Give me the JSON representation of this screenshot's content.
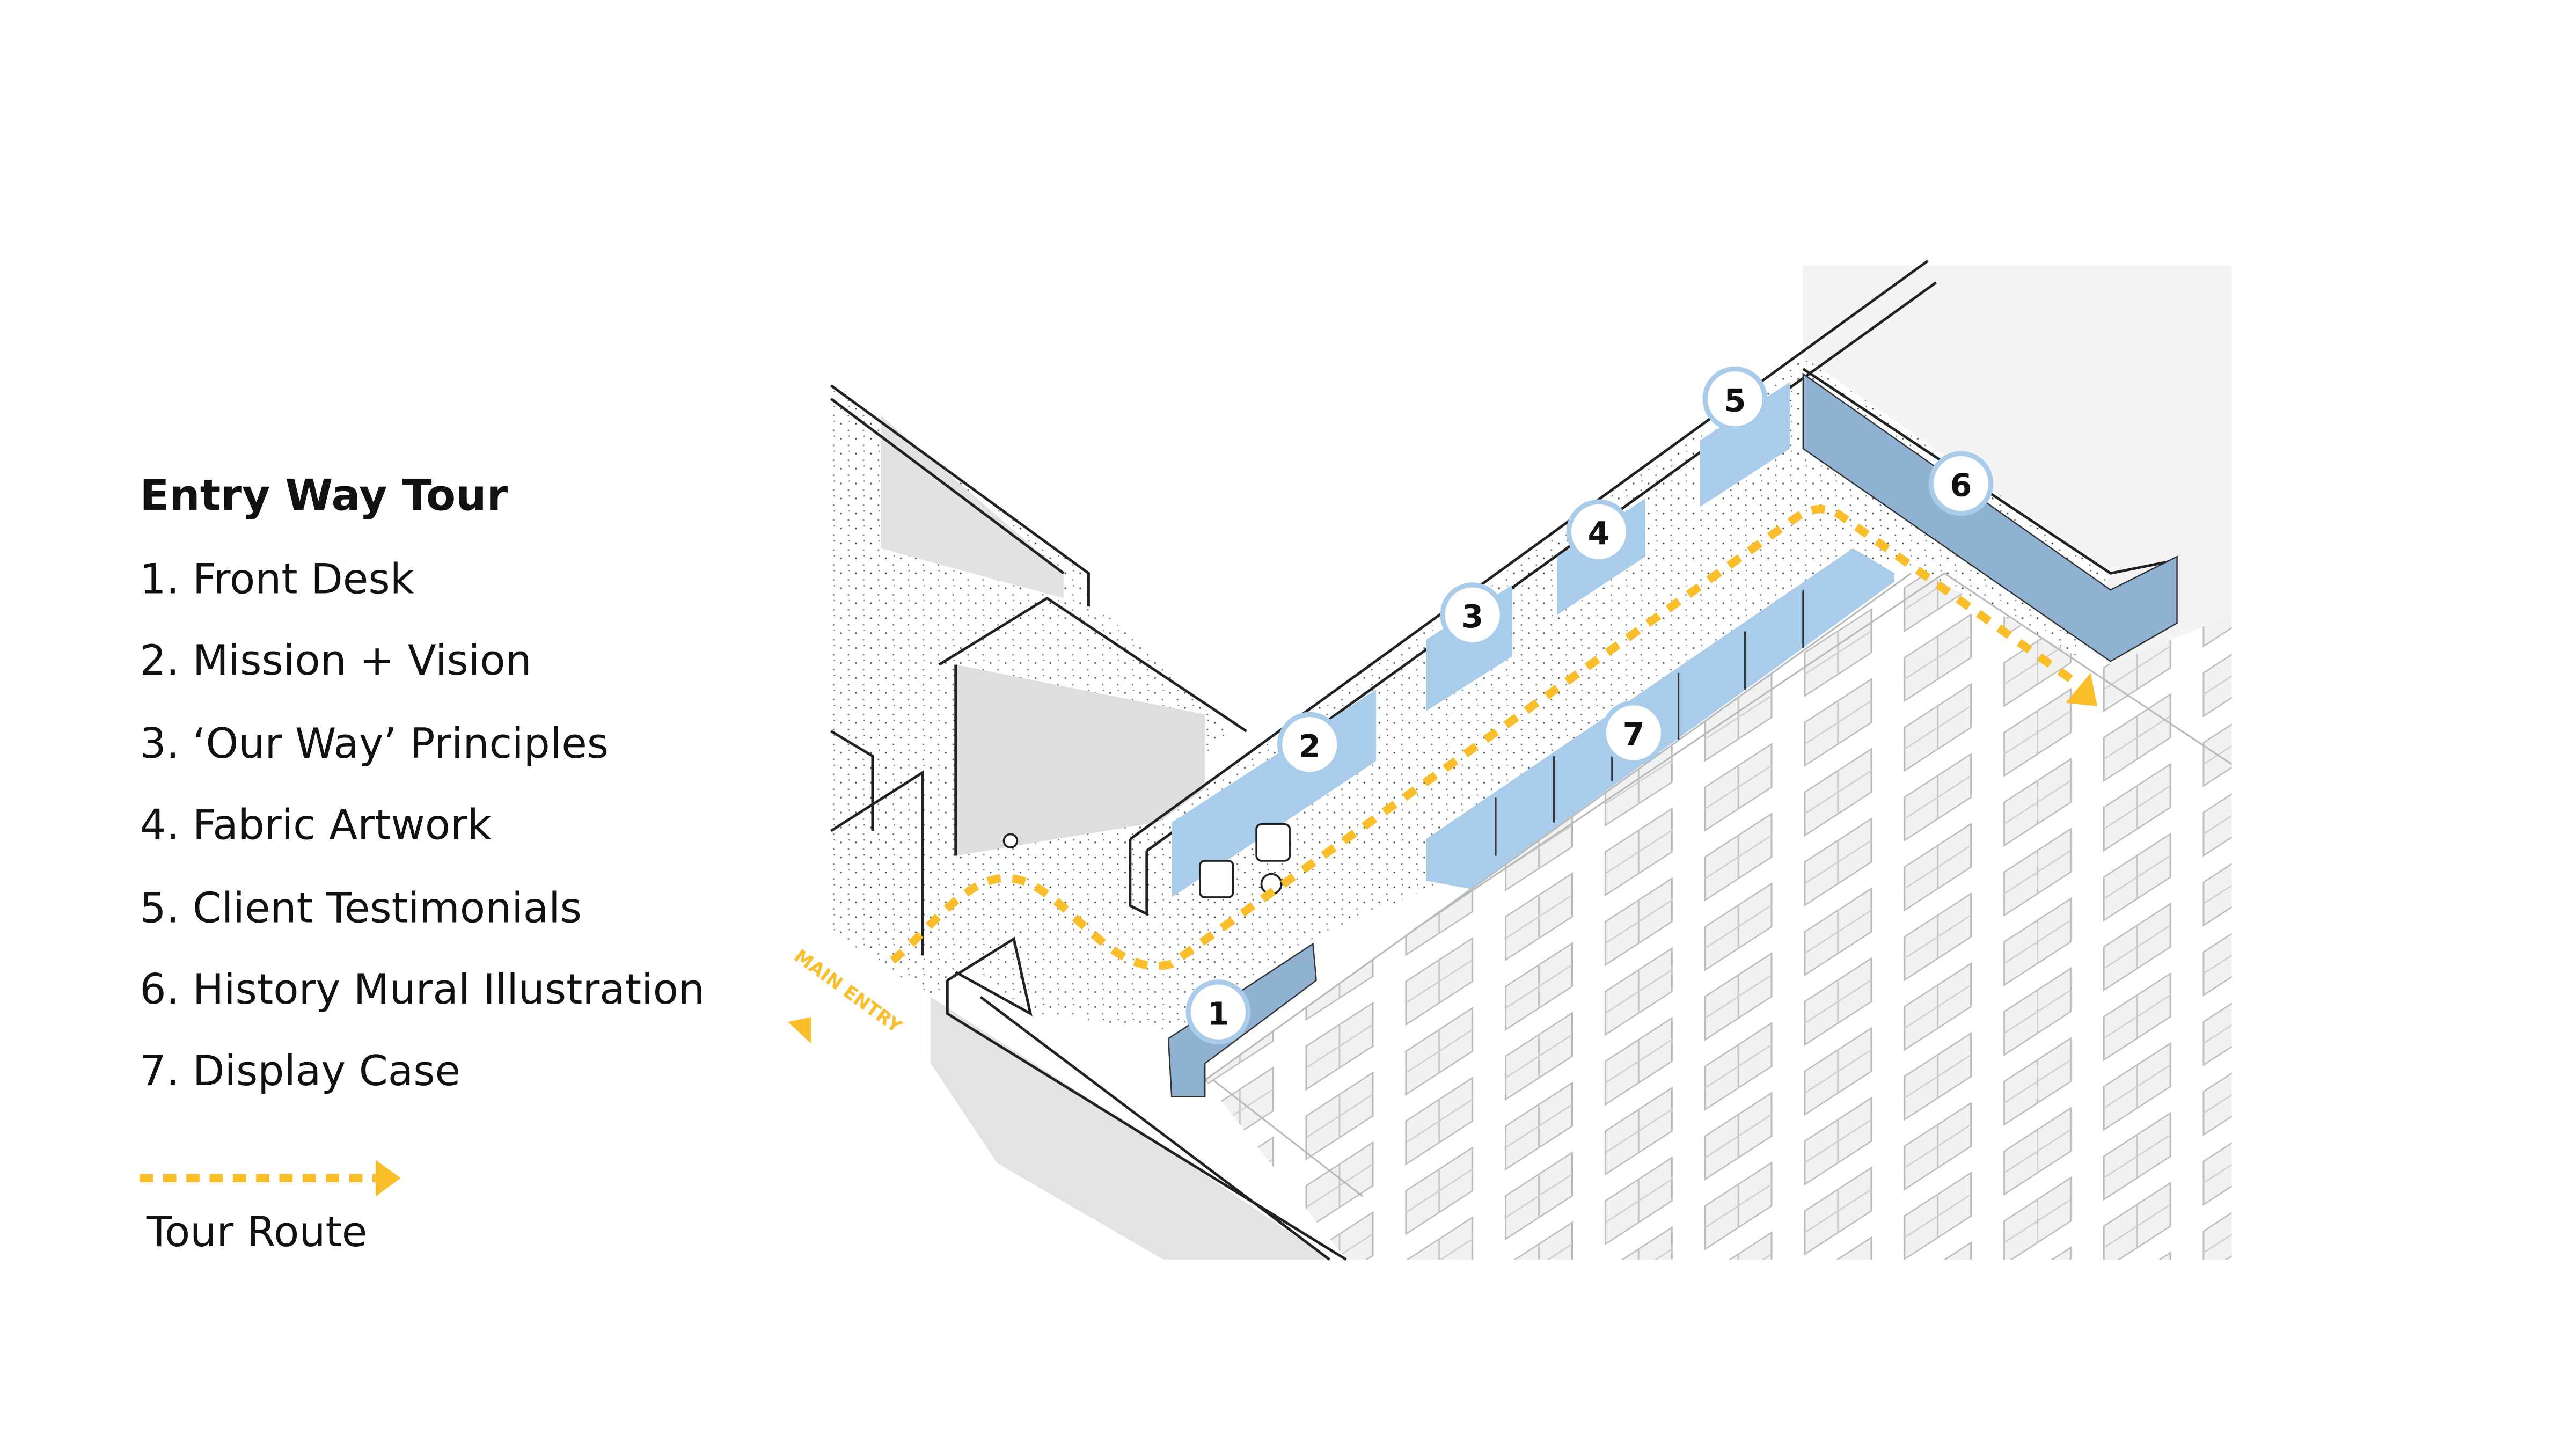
{
  "legend": {
    "title": "Entry Way Tour",
    "items": [
      "1. Front Desk",
      "2. Mission + Vision",
      "3. ‘Our Way’ Principles",
      "4. Fabric Artwork",
      "5. Client Testimonials",
      "6. History Mural Illustration",
      "7. Display Case"
    ],
    "route_label": "Tour Route"
  },
  "plan": {
    "entry_label": "MAIN ENTRY",
    "markers": [
      "1",
      "2",
      "3",
      "4",
      "5",
      "6",
      "7"
    ]
  },
  "colors": {
    "route": "#F9BE2A",
    "feature_blue": "#A9CCEB",
    "feature_blue_dark": "#8FB2D2",
    "wall": "#222222",
    "shadow": "#dcdcdc"
  }
}
